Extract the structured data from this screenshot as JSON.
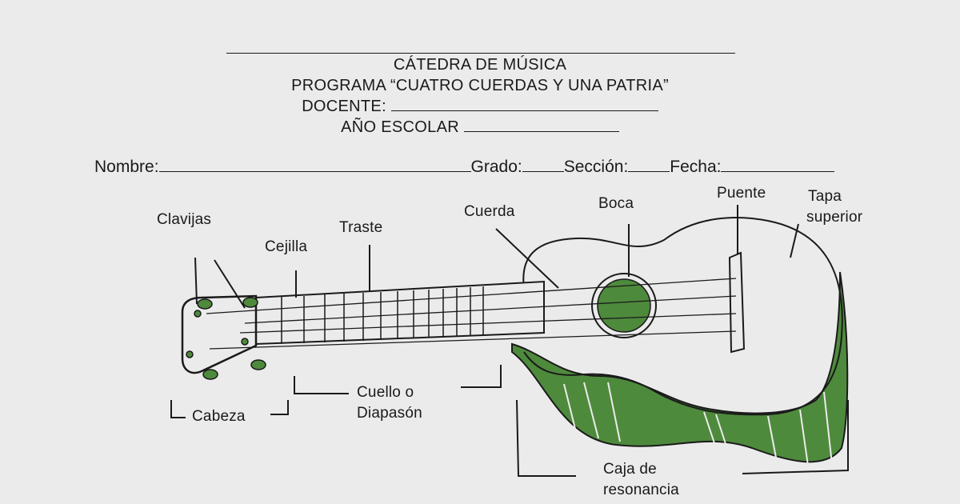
{
  "header": {
    "line1": "CÁTEDRA DE MÚSICA",
    "line2": "PROGRAMA “CUATRO CUERDAS Y UNA PATRIA”",
    "docente_label": "DOCENTE:",
    "anio_label": "AÑO ESCOLAR"
  },
  "form": {
    "nombre_label": "Nombre:",
    "grado_label": "Grado:",
    "seccion_label": "Sección:",
    "fecha_label": "Fecha:"
  },
  "labels": {
    "clavijas": "Clavijas",
    "cejilla": "Cejilla",
    "traste": "Traste",
    "cuerda": "Cuerda",
    "boca": "Boca",
    "puente": "Puente",
    "tapa_1": "Tapa",
    "tapa_2": "superior",
    "cabeza": "Cabeza",
    "cuello_1": "Cuello o",
    "cuello_2": "Diapasón",
    "caja_1": "Caja de",
    "caja_2": "resonancia"
  },
  "colors": {
    "green": "#4e8a3c",
    "ink": "#1a1a1a",
    "paper": "#ebebeb"
  }
}
